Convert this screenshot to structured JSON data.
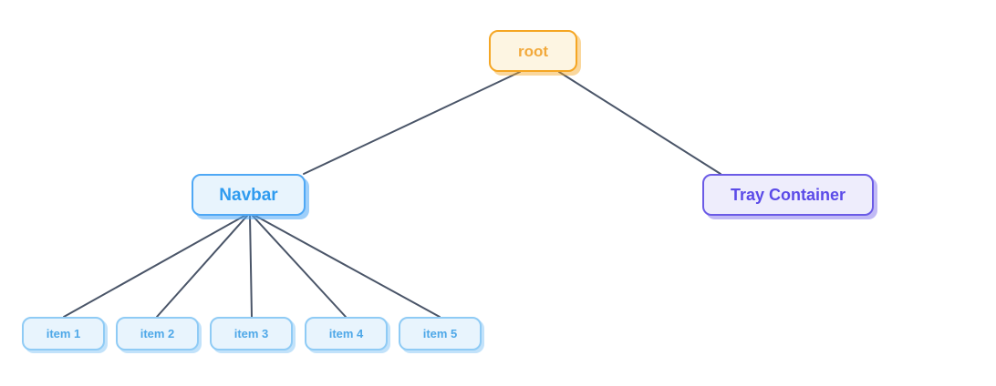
{
  "diagram": {
    "title": "component-tree",
    "background_color": "#ffffff",
    "edge_color": "#4A5568",
    "edge_width": 2
  },
  "nodes": {
    "root": {
      "label": "root",
      "border_color": "#F5A623",
      "fill_color": "#FDF5E2",
      "text_color": "#F2A93B"
    },
    "navbar": {
      "label": "Navbar",
      "border_color": "#4FA8F5",
      "fill_color": "#E8F4FD",
      "text_color": "#2F9BEF"
    },
    "tray": {
      "label": "Tray Container",
      "border_color": "#6B5BE6",
      "fill_color": "#EEEDFC",
      "text_color": "#5B4BE8"
    }
  },
  "items": [
    {
      "label": "item 1"
    },
    {
      "label": "item 2"
    },
    {
      "label": "item 3"
    },
    {
      "label": "item 4"
    },
    {
      "label": "item 5"
    }
  ]
}
